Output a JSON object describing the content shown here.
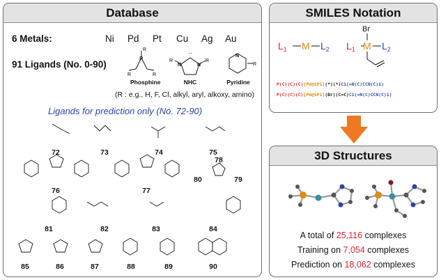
{
  "database": {
    "title": "Database",
    "metals_label": "6 Metals:",
    "metals": [
      "Ni",
      "Pd",
      "Pt",
      "Cu",
      "Ag",
      "Au"
    ],
    "ligands_label": "91 Ligands (No. 0-90)",
    "ligand_types": [
      "Phosphine",
      "NHC",
      "Pyridine"
    ],
    "r_note": "(R : e.g., H, F, Cl, alkyl, aryl, alkoxy, amino)",
    "prediction_label": "Ligands for prediction only (No. 72-90)",
    "structure_numbers": [
      "72",
      "73",
      "74",
      "75",
      "76",
      "77",
      "78",
      "79",
      "80",
      "81",
      "82",
      "83",
      "84",
      "85",
      "86",
      "87",
      "88",
      "89",
      "90"
    ]
  },
  "smiles": {
    "title": "SMILES Notation",
    "scheme1": {
      "l1": "L",
      "l1_sub": "1",
      "m": "M",
      "l2": "L",
      "l2_sub": "2"
    },
    "scheme2": {
      "br": "Br"
    },
    "line1": [
      {
        "t": "P(C)(C)(C)",
        "c": "red"
      },
      {
        "t": "[Pd@SP1]",
        "c": "org"
      },
      {
        "t": "(*)(*)",
        "c": "blk"
      },
      {
        "t": "C1(=N(C)CCN(C)1)",
        "c": "blue"
      }
    ],
    "line2": [
      {
        "t": "P(C)(C)(C)",
        "c": "red"
      },
      {
        "t": "[Pd@SP1]",
        "c": "org"
      },
      {
        "t": "(Br)(C=C)",
        "c": "blk"
      },
      {
        "t": "C1(=N(C)CCN(C)1)",
        "c": "blue"
      }
    ]
  },
  "structures3d": {
    "title": "3D Structures",
    "stats": [
      {
        "pre": "A total of ",
        "num": "25,116",
        "post": " complexes"
      },
      {
        "pre": "Training on ",
        "num": "7,054",
        "post": " complexes"
      },
      {
        "pre": "Prediction on ",
        "num": "18,062",
        "post": " complexes"
      }
    ]
  },
  "colors": {
    "accent_red": "#e8202a",
    "metal_orange": "#e08a10",
    "ligand_blue": "#2b45a8",
    "arrow": "#f07820"
  }
}
